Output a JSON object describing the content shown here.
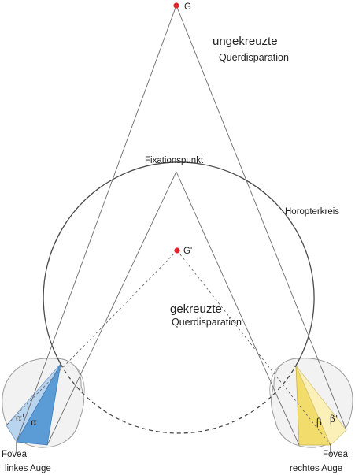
{
  "labels": {
    "point_g": "G",
    "point_g_prime": "G'",
    "uncrossed_line1": "ungekreuzte",
    "uncrossed_line2": "Querdisparation",
    "fixation_point": "Fixationspunkt",
    "horopter_circle": "Horopterkreis",
    "crossed_line1": "gekreuzte",
    "crossed_line2": "Querdisparation",
    "alpha_prime": "α'",
    "alpha": "α",
    "beta": "β",
    "beta_prime": "β'",
    "fovea_left": "Fovea",
    "fovea_right": "Fovea",
    "left_eye": "linkes Auge",
    "right_eye": "rechtes Auge"
  },
  "colors": {
    "point_red": "#e0262d",
    "alpha_blue": "#5b9bd6",
    "alpha_prime_blue": "#b8d4ef",
    "beta_yellow": "#f2dc6b",
    "beta_prime_yellow": "#faf0b8",
    "eye_fill": "#f2f2f2",
    "line": "#6b6b6b"
  }
}
